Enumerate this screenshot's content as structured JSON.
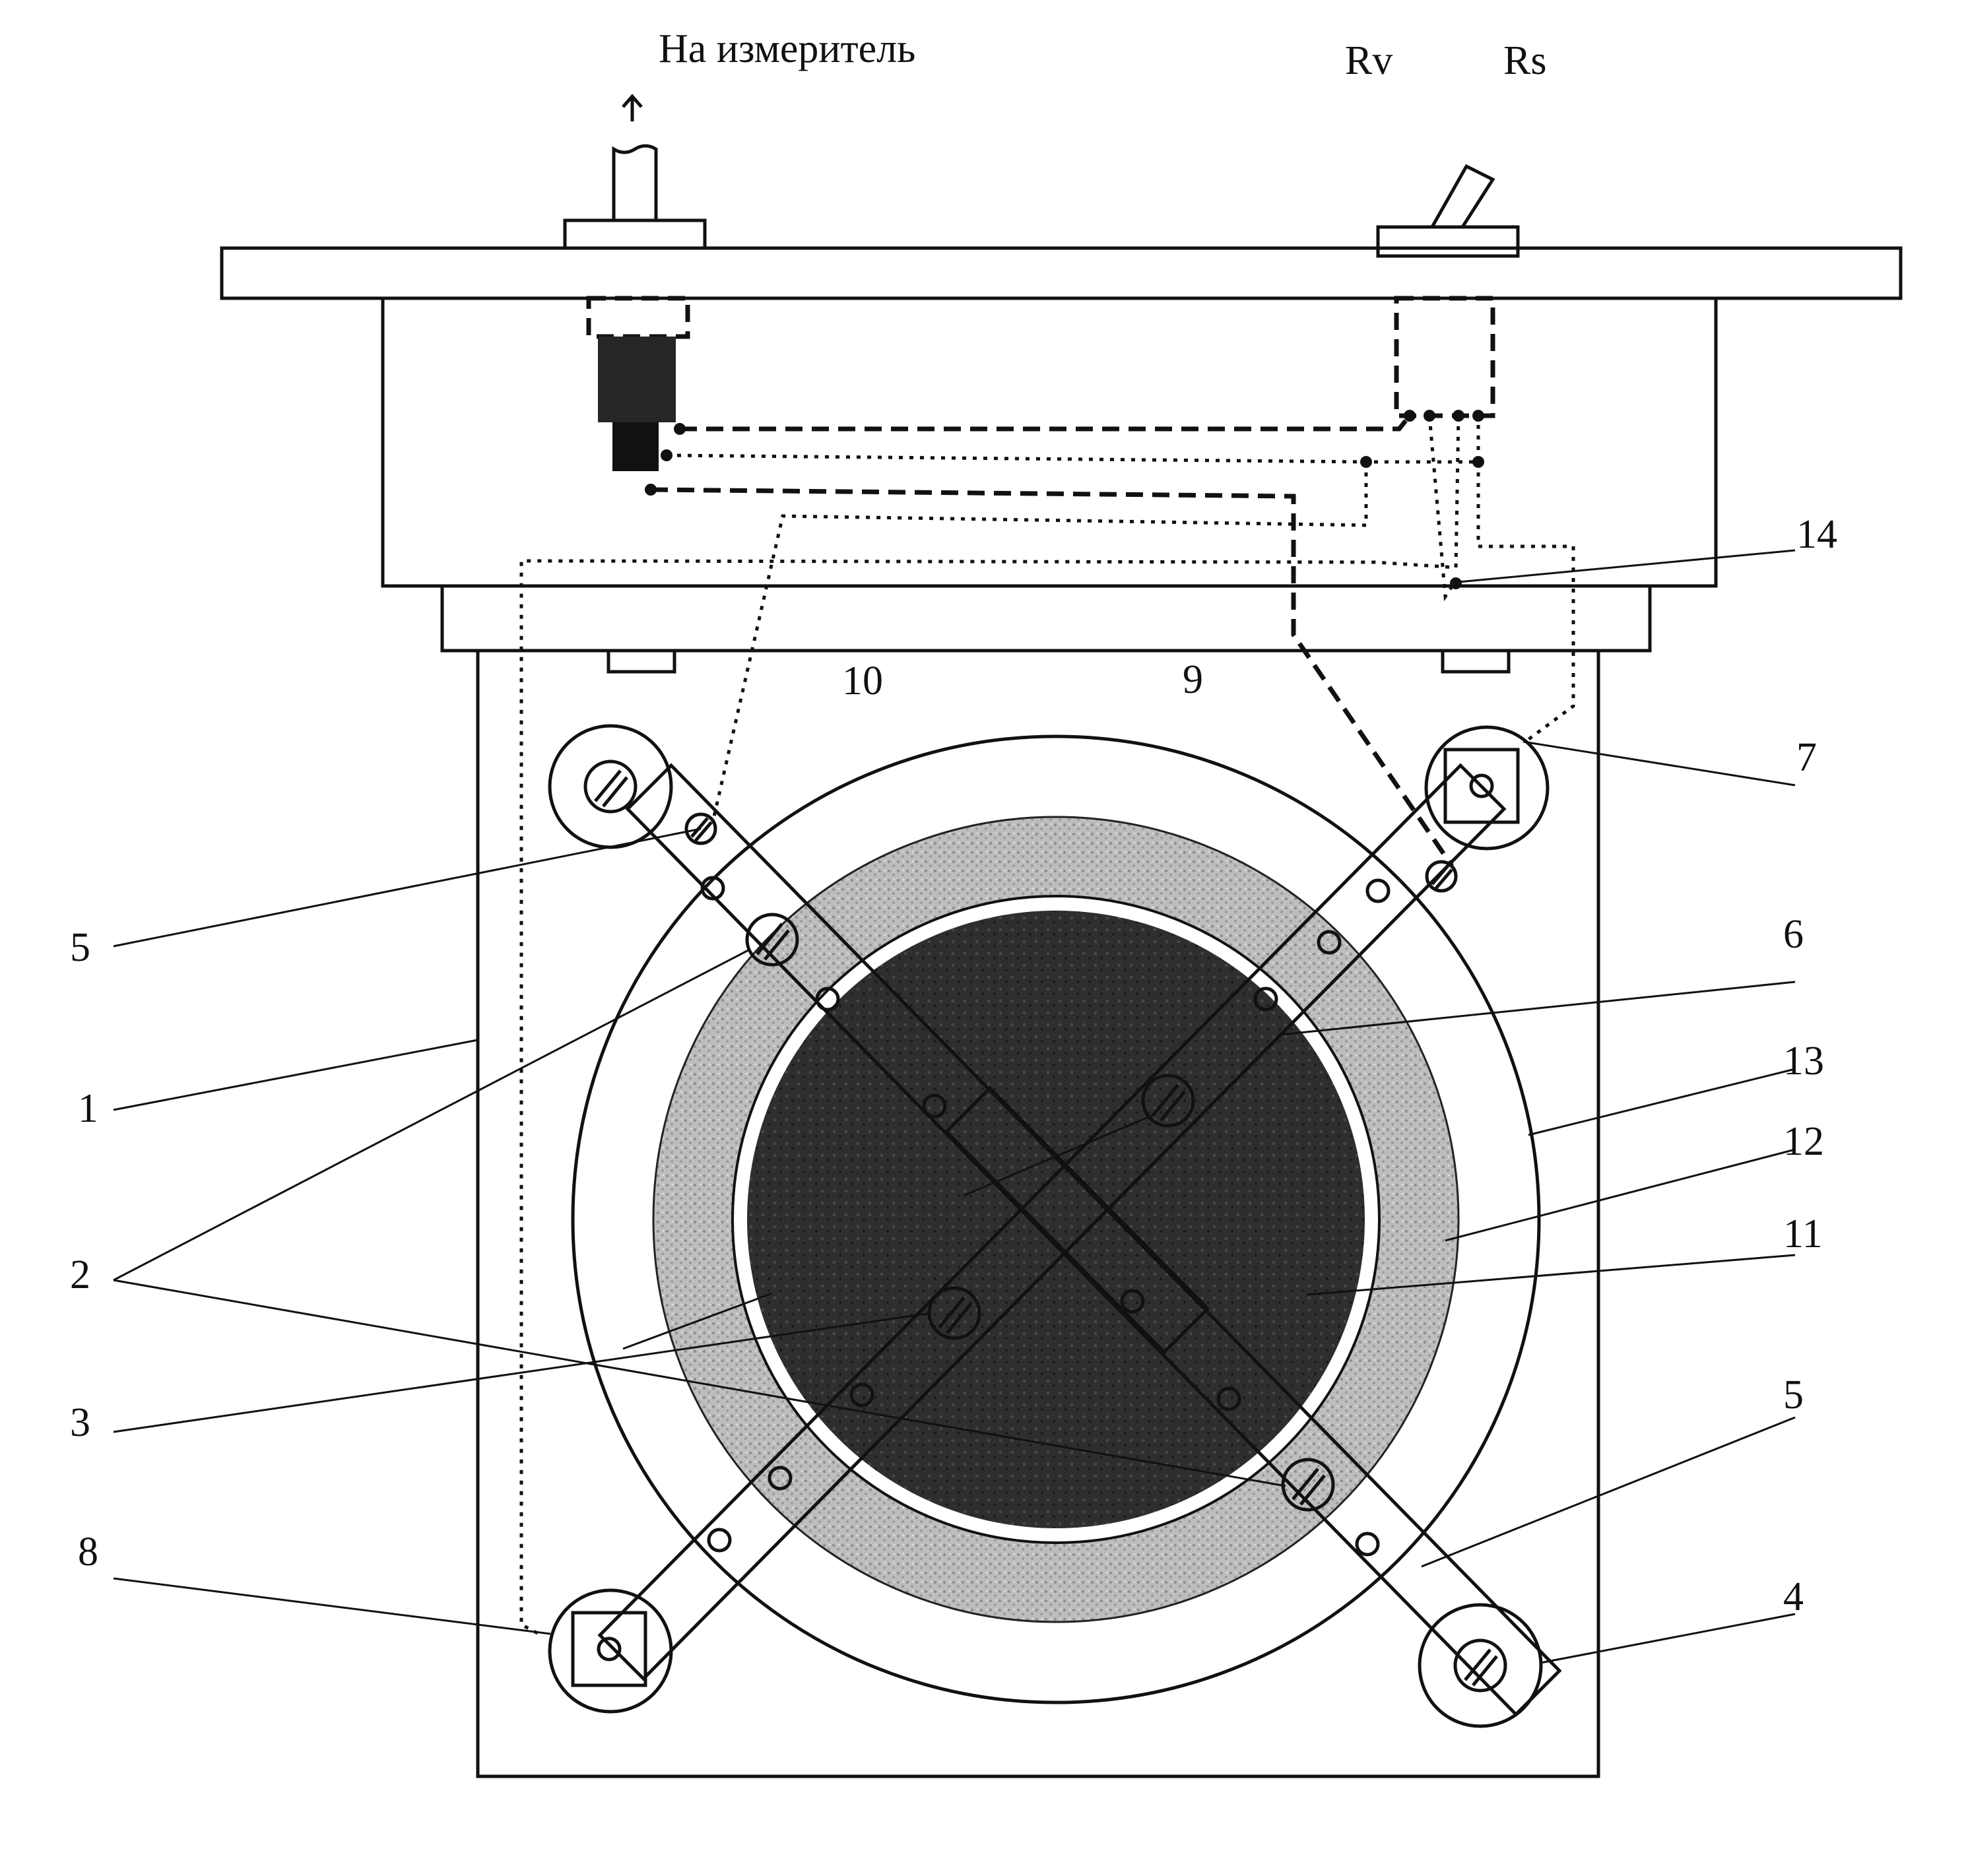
{
  "labels": {
    "meter_caption": "На измеритель",
    "rv": "Rv",
    "rs": "Rs",
    "n1": "1",
    "n2": "2",
    "n3": "3",
    "n4": "4",
    "n5_top": "5",
    "n5_bottom": "5",
    "n6": "6",
    "n7": "7",
    "n8": "8",
    "n9": "9",
    "n10": "10",
    "n11": "11",
    "n12": "12",
    "n13": "13",
    "n14": "14"
  },
  "colors": {
    "ink": "#111111",
    "sample_dark": "#2b2b2b",
    "ring_gray": "#b9b9b9",
    "paper": "#ffffff"
  }
}
